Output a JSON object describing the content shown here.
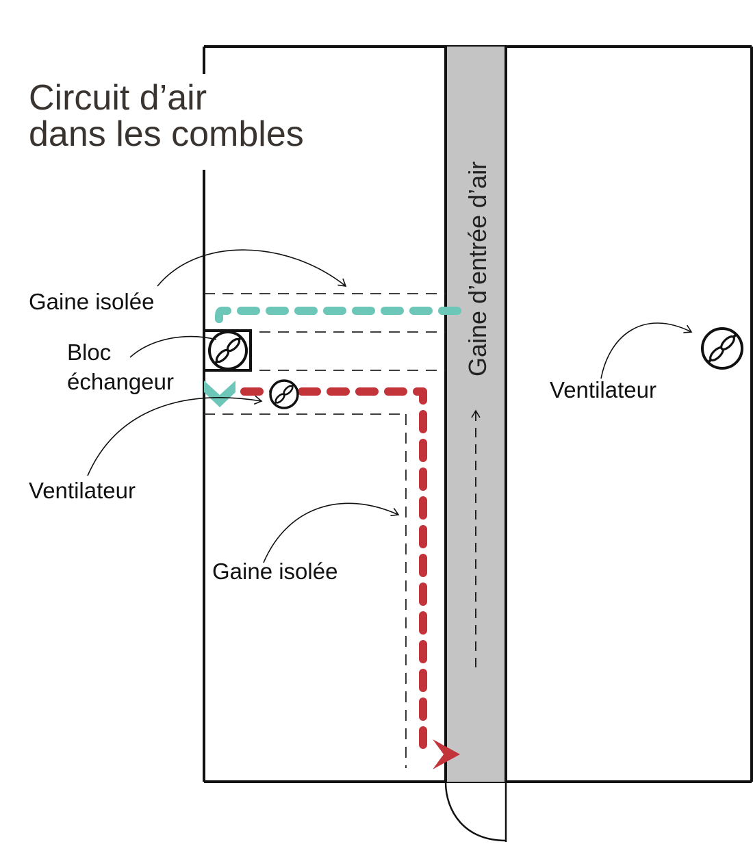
{
  "title": {
    "line1": "Circuit d’air",
    "line2": "dans les combles"
  },
  "labels": {
    "insulated_duct_top": "Gaine isolée",
    "exchanger_line1": "Bloc",
    "exchanger_line2": "échangeur",
    "fan_left": "Ventilateur",
    "insulated_duct_bottom": "Gaine isolée",
    "fan_right": "Ventilateur",
    "air_intake_duct": "Gaine d’entrée d’air"
  },
  "colors": {
    "cold_air_flow": "#6cc7b9",
    "warm_air_flow": "#c3343a",
    "intake_duct_fill": "#c4c4c4",
    "title_text": "#3a3430",
    "outline": "#111111"
  },
  "icons": [
    "fan-icon",
    "arrow-down-icon",
    "arrow-right-icon",
    "arrow-up-icon"
  ]
}
